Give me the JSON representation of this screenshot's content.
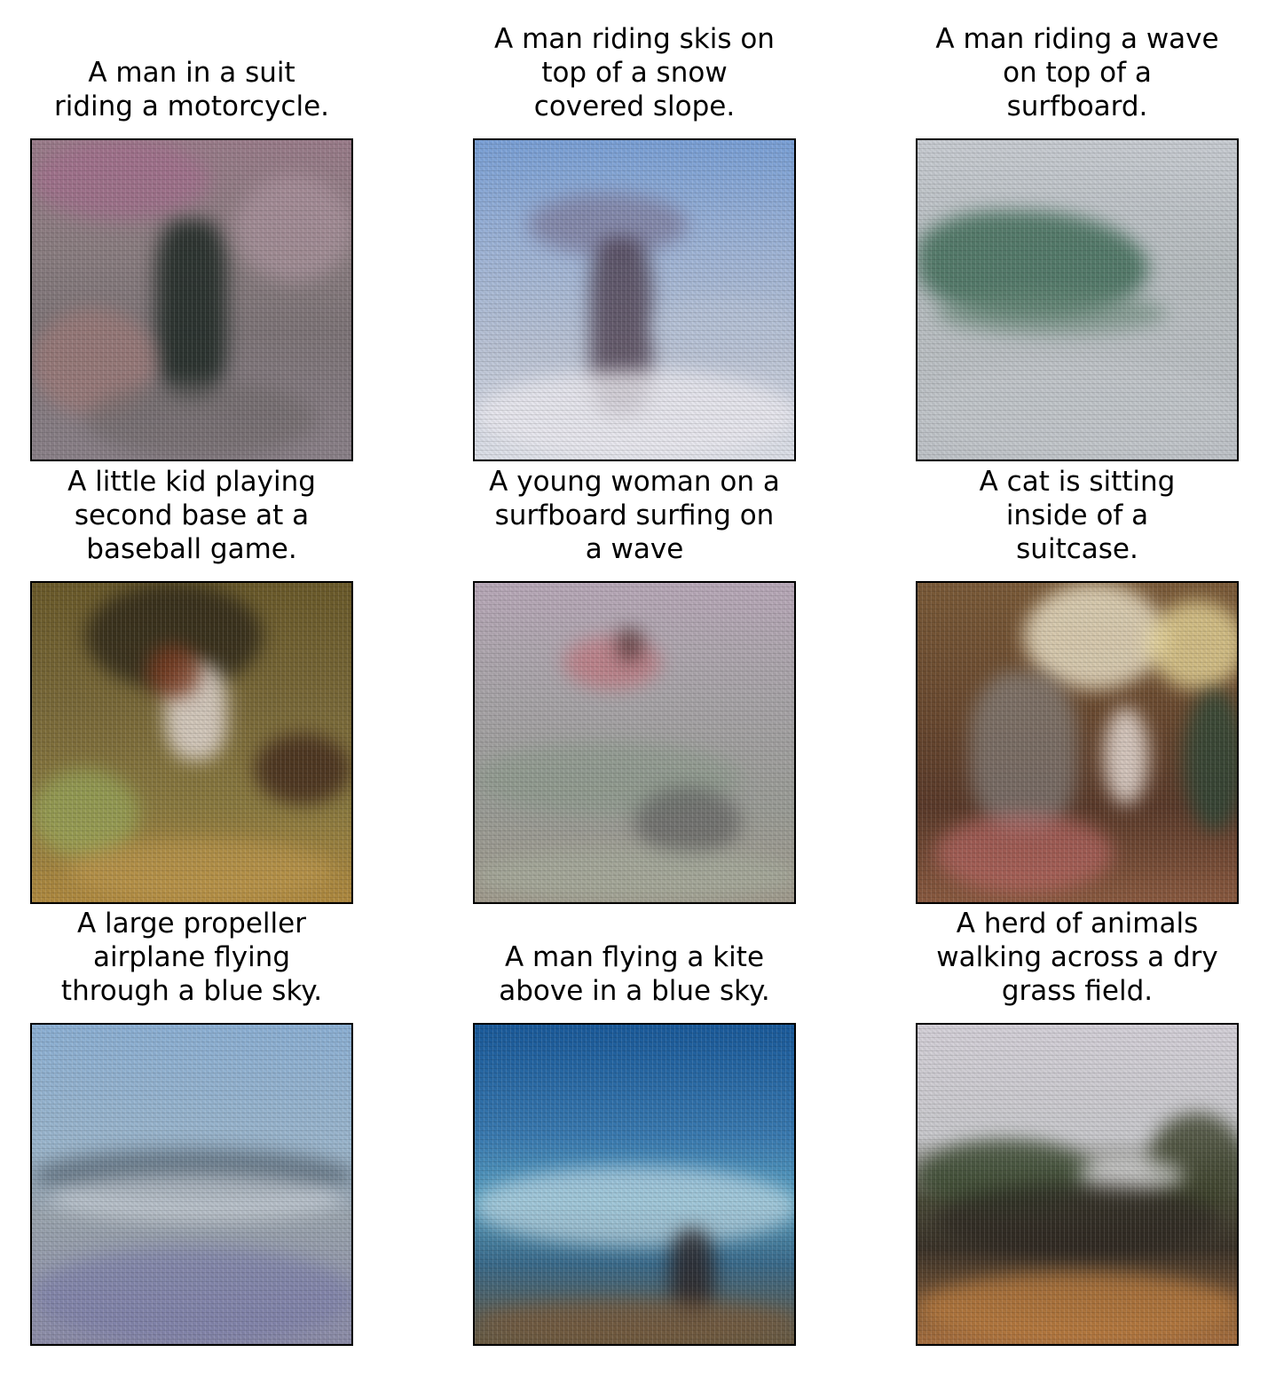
{
  "panels": [
    {
      "caption": "A man in a suit\nriding a motorcycle."
    },
    {
      "caption": "A man riding skis on\ntop of a snow\ncovered slope."
    },
    {
      "caption": "A man riding a wave\non top of a\nsurfboard."
    },
    {
      "caption": "A little kid playing\nsecond base at a\nbaseball game."
    },
    {
      "caption": "A young woman on a\nsurfboard surfing on\na wave"
    },
    {
      "caption": "A cat is sitting\ninside of a\nsuitcase."
    },
    {
      "caption": "A large propeller\nairplane flying\nthrough a blue sky."
    },
    {
      "caption": "A man flying a kite\nabove in a blue sky."
    },
    {
      "caption": "A herd of animals\nwalking across a dry\ngrass field."
    }
  ]
}
